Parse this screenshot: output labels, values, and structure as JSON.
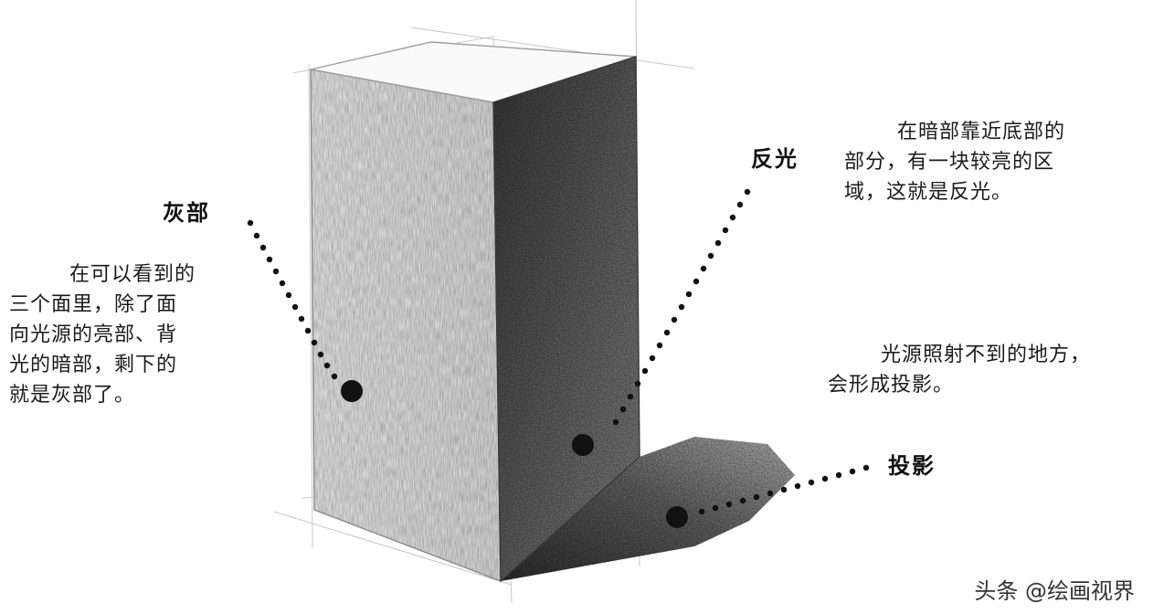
{
  "labels": {
    "gray": "灰部",
    "reflected": "反光",
    "shadow": "投影"
  },
  "descriptions": {
    "gray": [
      "在可以看到的",
      "三个面里，除了面",
      "向光源的亮部、背",
      "光的暗部，剩下的",
      "就是灰部了。"
    ],
    "reflected": [
      "在暗部靠近底部的",
      "部分，有一块较亮的区",
      "域，这就是反光。"
    ],
    "shadow": [
      "光源照射不到的地方，",
      "会形成投影。"
    ]
  },
  "watermark": "头条 @绘画视界",
  "colors": {
    "ink": "#111111",
    "pencil": "#9a9a9a"
  }
}
